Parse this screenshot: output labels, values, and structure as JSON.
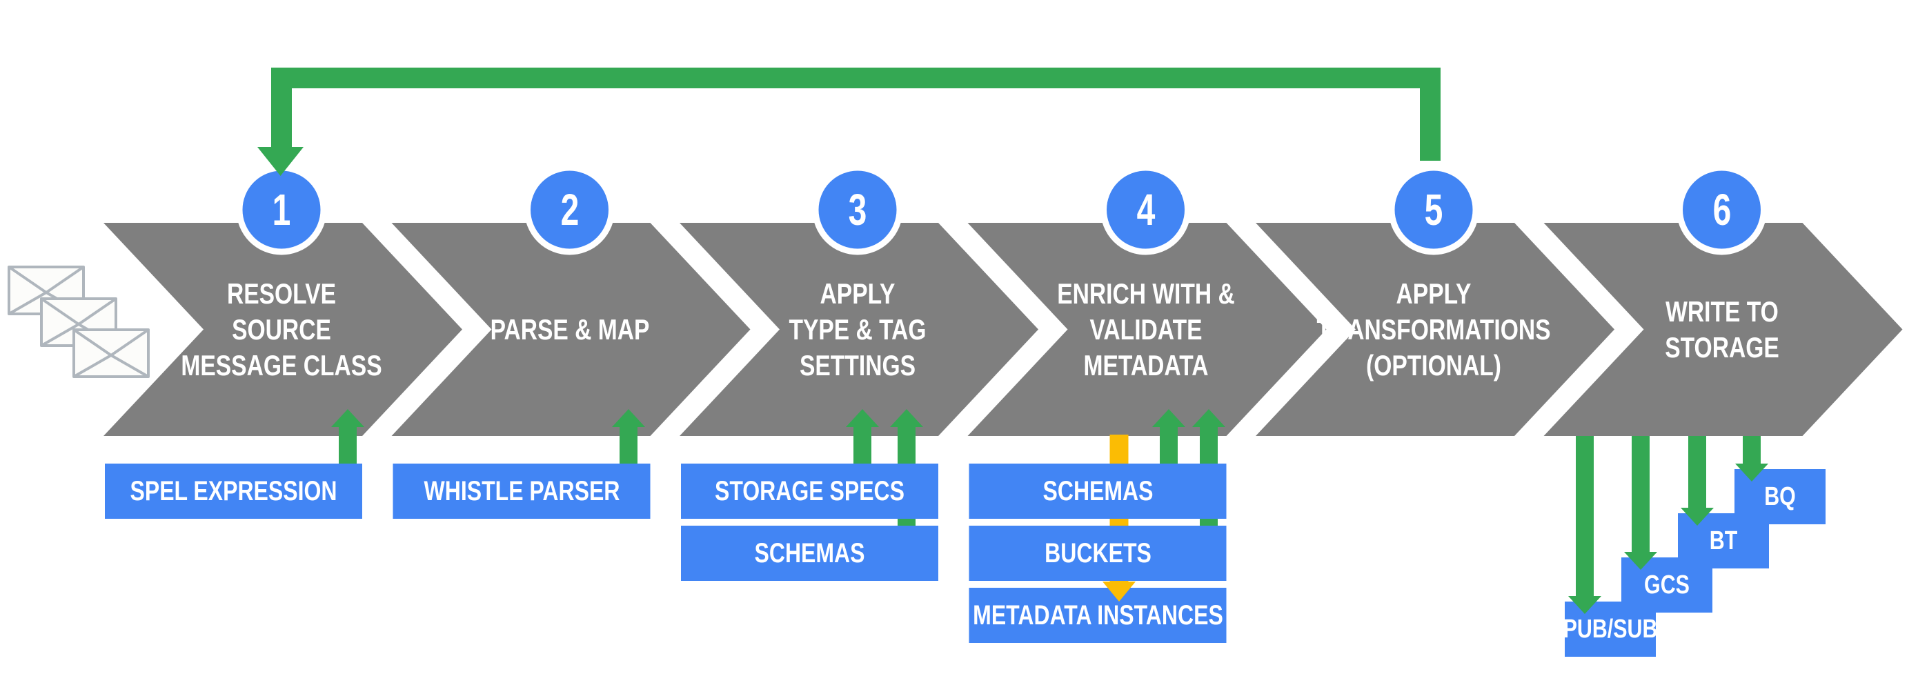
{
  "colors": {
    "chevron_gray": "#7F7F7F",
    "accent_blue": "#4285F4",
    "accent_green": "#34A853",
    "accent_yellow": "#FBBC04",
    "text_white": "#FFFFFF",
    "envelope_outline": "#AFB6BD",
    "envelope_fill": "#FCFCFA"
  },
  "pipeline": {
    "source_icon": "envelopes",
    "feedback_loop": {
      "from_step": "5",
      "to_step": "1"
    },
    "steps": [
      {
        "number": "1",
        "title": "RESOLVE\nSOURCE\nMESSAGE CLASS",
        "resources": [
          "SPEL EXPRESSION"
        ]
      },
      {
        "number": "2",
        "title": "PARSE & MAP",
        "resources": [
          "WHISTLE PARSER"
        ]
      },
      {
        "number": "3",
        "title": "APPLY\nTYPE & TAG\nSETTINGS",
        "resources": [
          "STORAGE SPECS",
          "SCHEMAS"
        ]
      },
      {
        "number": "4",
        "title": "ENRICH WITH &\nVALIDATE\nMETADATA",
        "resources": [
          "SCHEMAS",
          "BUCKETS",
          "METADATA INSTANCES"
        ]
      },
      {
        "number": "5",
        "title": "APPLY\nTRANSFORMATIONS\n(OPTIONAL)",
        "resources": []
      },
      {
        "number": "6",
        "title": "WRITE TO\nSTORAGE",
        "resources": [],
        "outputs": [
          "PUB/SUB",
          "GCS",
          "BT",
          "BQ"
        ]
      }
    ]
  }
}
